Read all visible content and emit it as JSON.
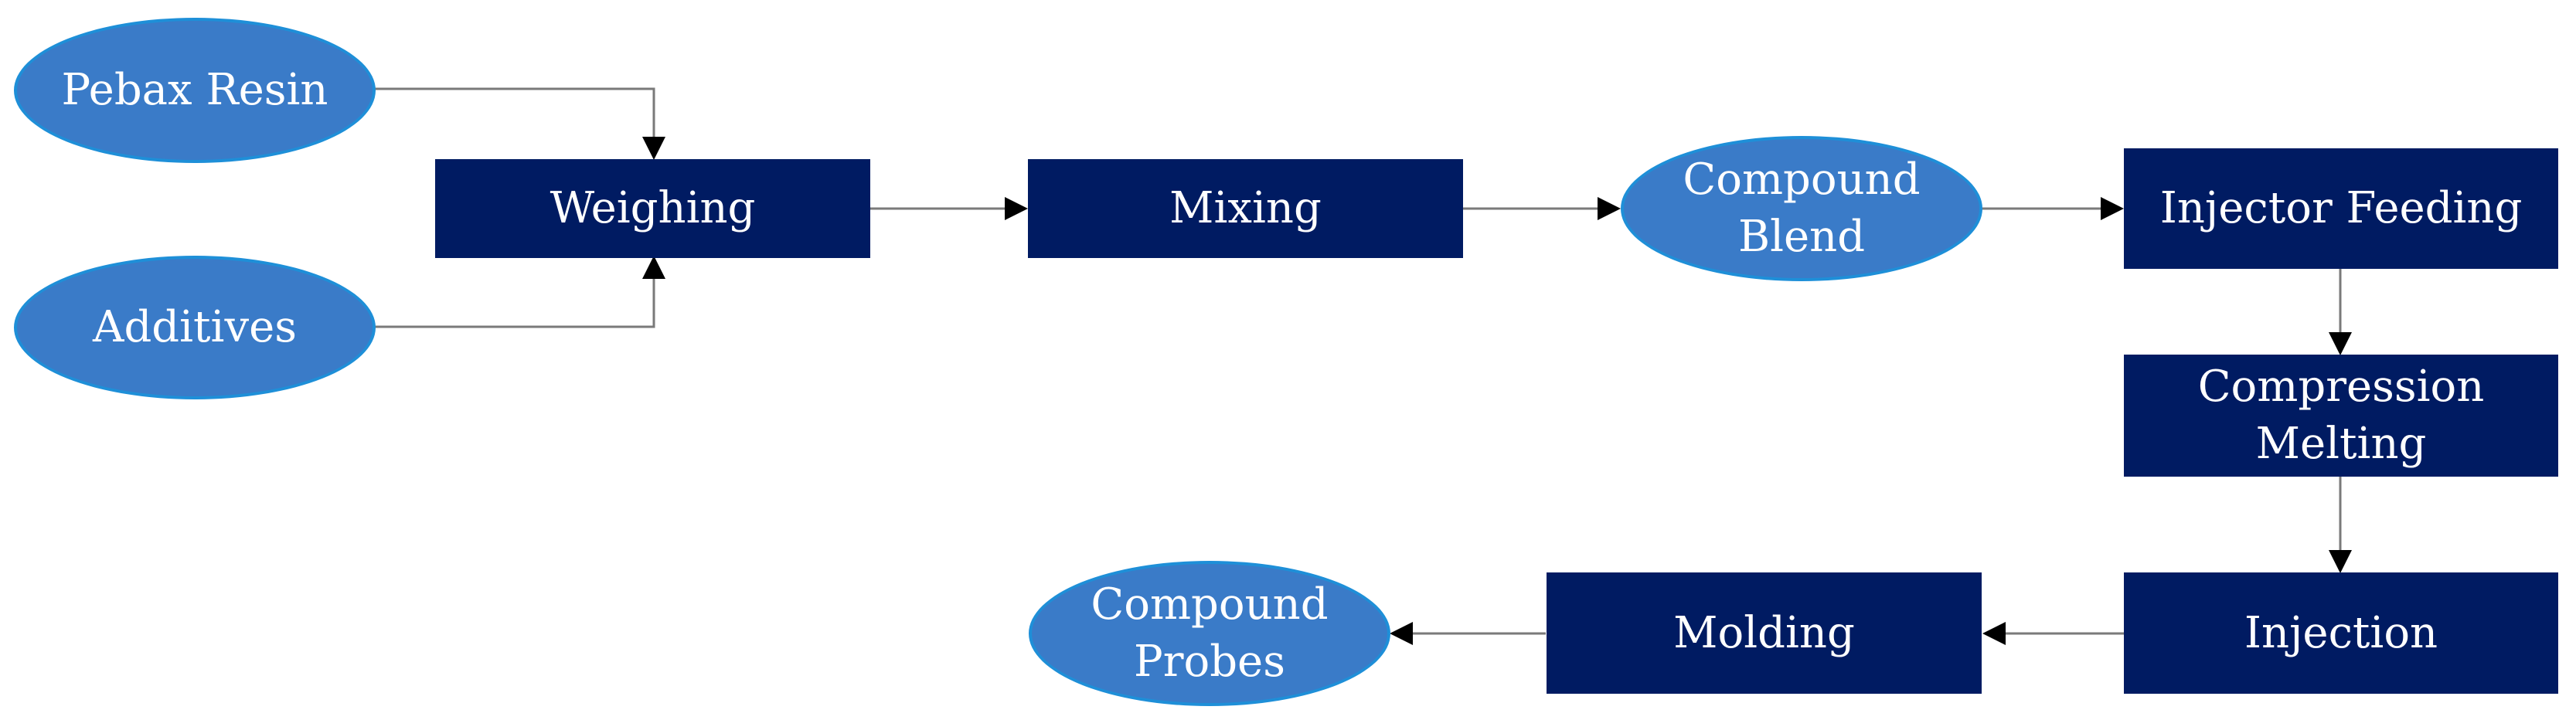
{
  "nodes": {
    "pebax_resin": "Pebax Resin",
    "additives": "Additives",
    "weighing": "Weighing",
    "mixing": "Mixing",
    "compound_blend_line1": "Compound",
    "compound_blend_line2": "Blend",
    "injector_feeding": "Injector Feeding",
    "compression_melting_line1": "Compression",
    "compression_melting_line2": "Melting",
    "injection": "Injection",
    "molding": "Molding",
    "compound_probes_line1": "Compound",
    "compound_probes_line2": "Probes"
  },
  "colors": {
    "process_box": "#001b62",
    "material_ellipse": "#3a7bc8",
    "ellipse_border": "#1e8fd8",
    "connector": "#7a7a7a",
    "arrowhead": "#000000"
  }
}
